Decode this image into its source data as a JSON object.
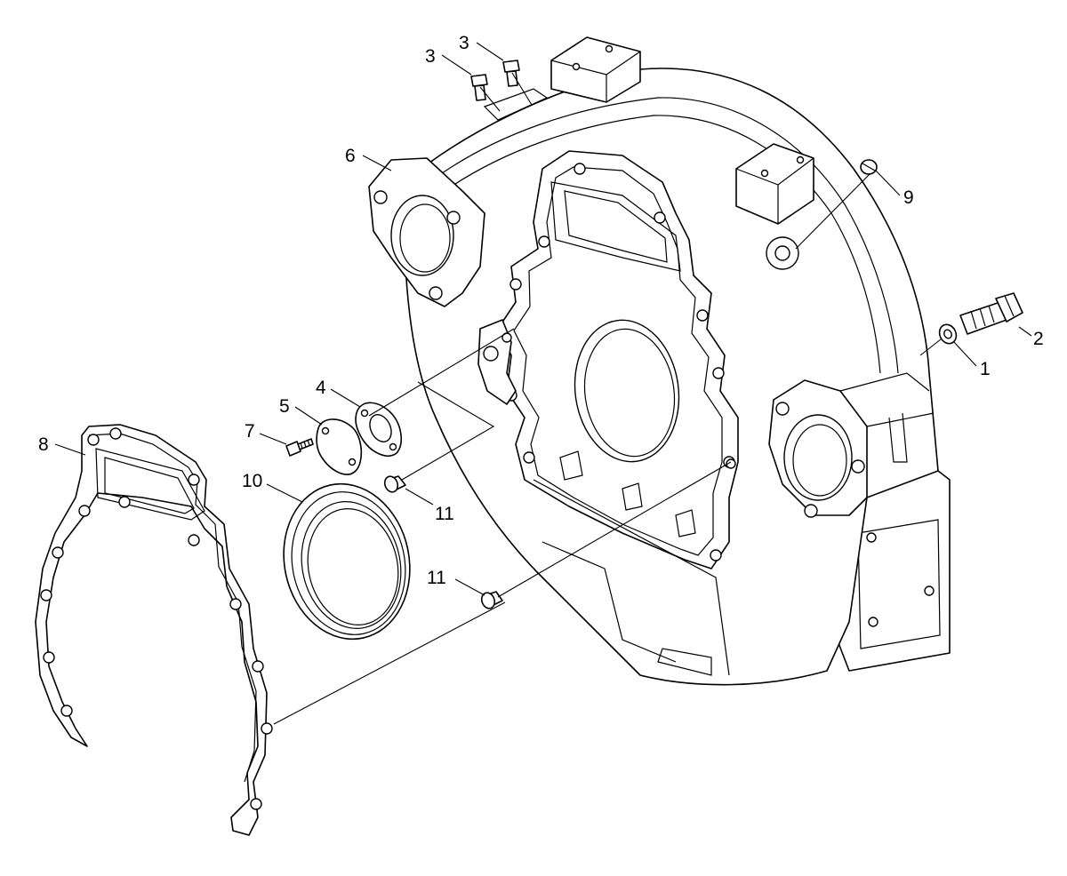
{
  "diagram": {
    "style": {
      "line_color": "#000000",
      "background": "#ffffff"
    },
    "callouts": [
      {
        "id": "c1",
        "label": "1"
      },
      {
        "id": "c2",
        "label": "2"
      },
      {
        "id": "c3a",
        "label": "3"
      },
      {
        "id": "c3b",
        "label": "3"
      },
      {
        "id": "c4",
        "label": "4"
      },
      {
        "id": "c5",
        "label": "5"
      },
      {
        "id": "c6",
        "label": "6"
      },
      {
        "id": "c7",
        "label": "7"
      },
      {
        "id": "c8",
        "label": "8"
      },
      {
        "id": "c9",
        "label": "9"
      },
      {
        "id": "c10",
        "label": "10"
      },
      {
        "id": "c11a",
        "label": "11"
      },
      {
        "id": "c11b",
        "label": "11"
      }
    ]
  }
}
